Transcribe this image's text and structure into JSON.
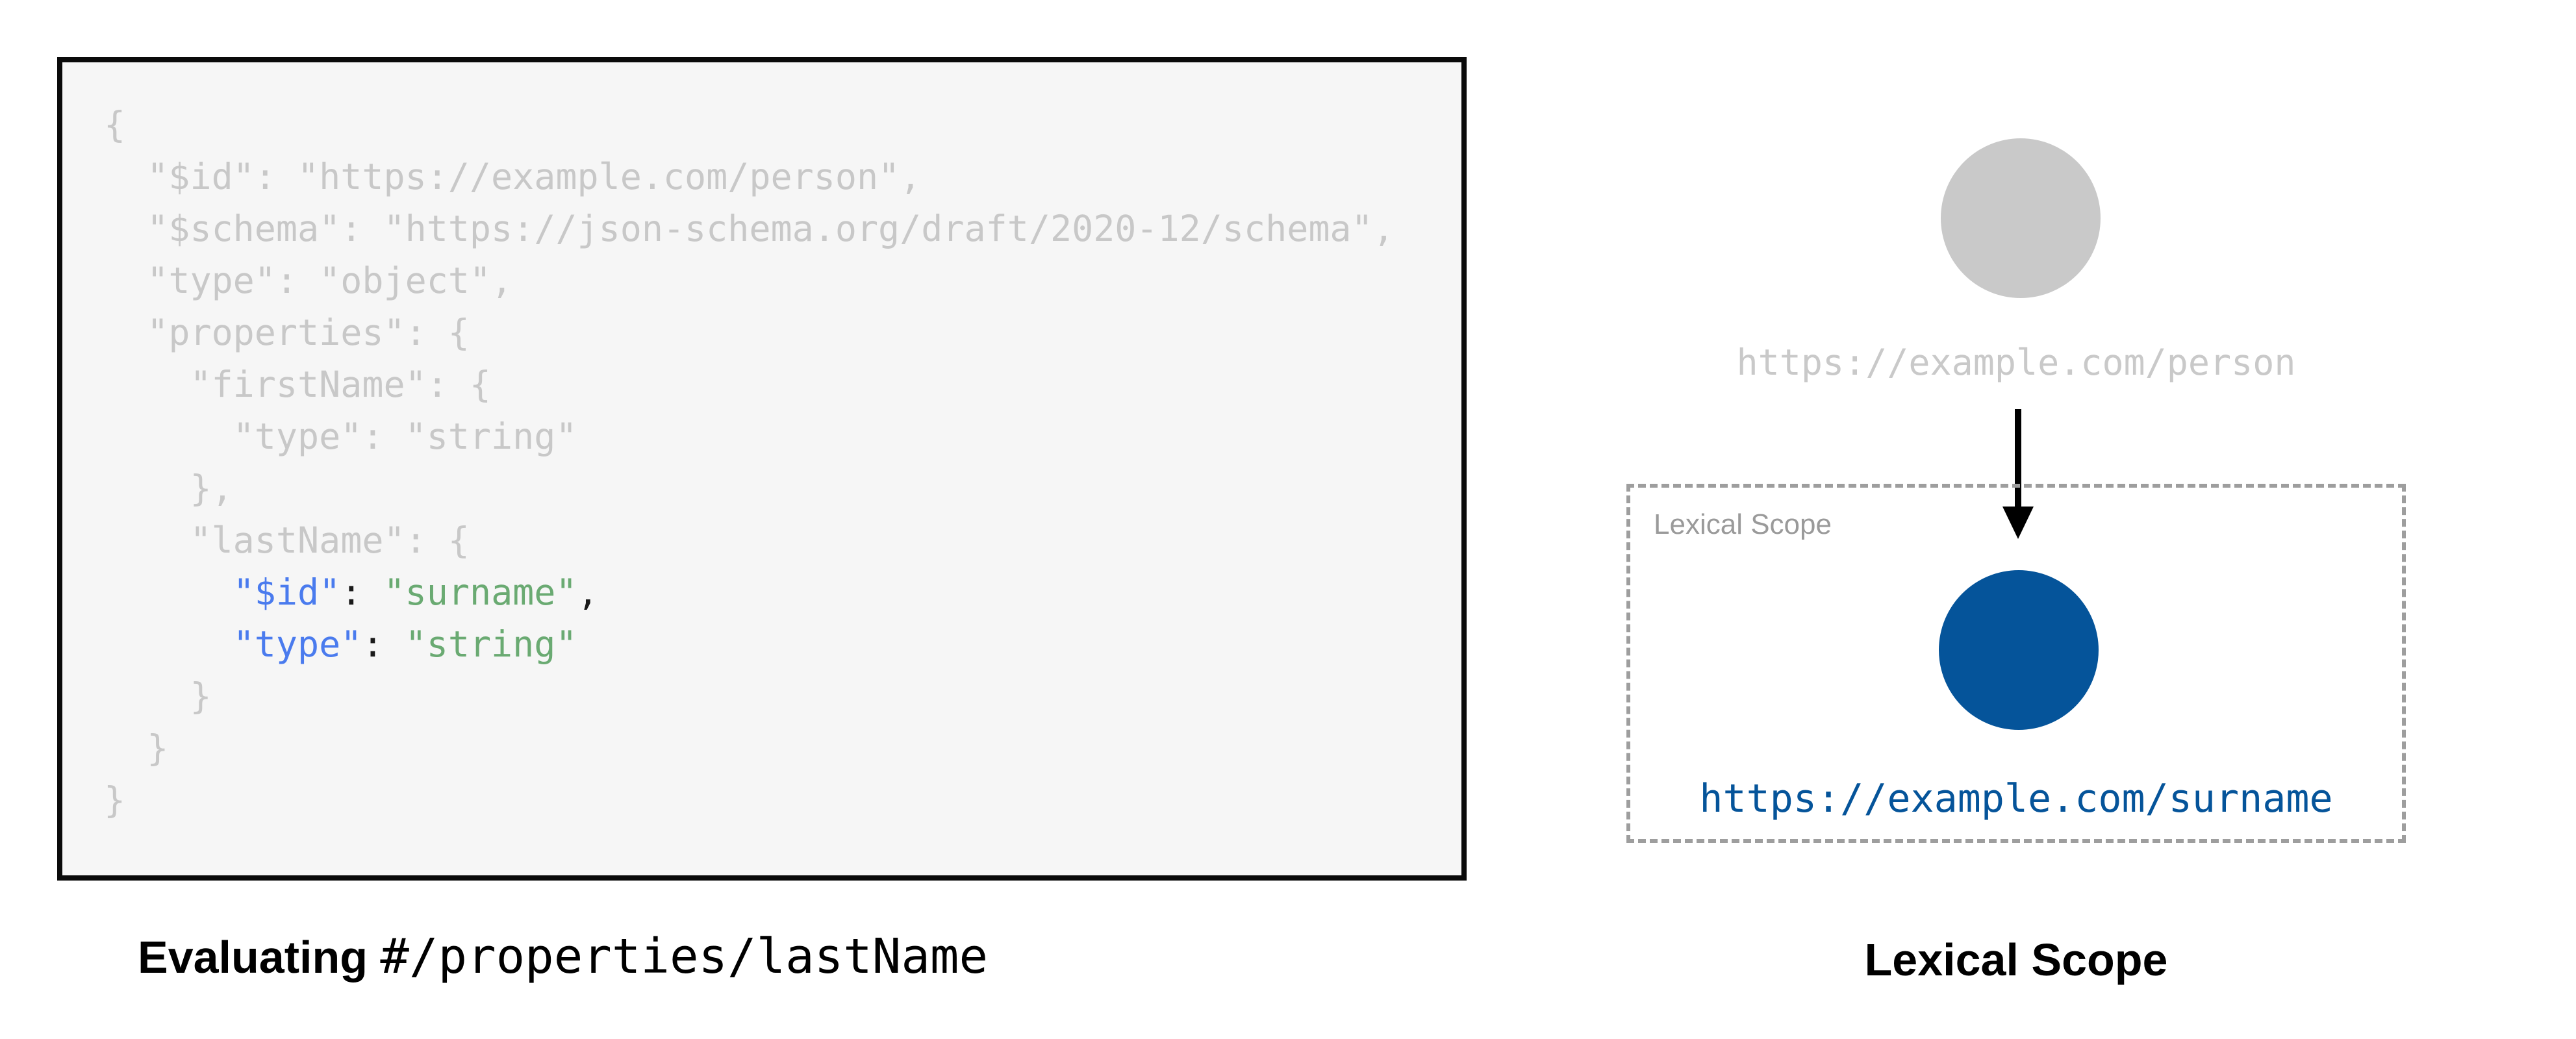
{
  "page": {
    "background": "#ffffff"
  },
  "left_panel": {
    "code_block": {
      "background": "#f6f6f6",
      "border_color": "#0a0a0a",
      "colors": {
        "dim": "#c8c8c8",
        "key": "#4a7bee",
        "string": "#6aaa72",
        "punct": "#1a1a1a"
      },
      "lines": [
        [
          {
            "t": "{",
            "c": "dim"
          }
        ],
        [
          {
            "t": "  \"$id\": \"https://example.com/person\",",
            "c": "dim"
          }
        ],
        [
          {
            "t": "  \"$schema\": \"https://json-schema.org/draft/2020-12/schema\",",
            "c": "dim"
          }
        ],
        [
          {
            "t": "  \"type\": \"object\",",
            "c": "dim"
          }
        ],
        [
          {
            "t": "  \"properties\": {",
            "c": "dim"
          }
        ],
        [
          {
            "t": "    \"firstName\": {",
            "c": "dim"
          }
        ],
        [
          {
            "t": "      \"type\": \"string\"",
            "c": "dim"
          }
        ],
        [
          {
            "t": "    },",
            "c": "dim"
          }
        ],
        [
          {
            "t": "    \"lastName\": {",
            "c": "dim"
          }
        ],
        [
          {
            "t": "      ",
            "c": "dim"
          },
          {
            "t": "\"$id\"",
            "c": "key"
          },
          {
            "t": ": ",
            "c": "pun"
          },
          {
            "t": "\"surname\"",
            "c": "str"
          },
          {
            "t": ",",
            "c": "pun"
          }
        ],
        [
          {
            "t": "      ",
            "c": "dim"
          },
          {
            "t": "\"type\"",
            "c": "key"
          },
          {
            "t": ": ",
            "c": "pun"
          },
          {
            "t": "\"string\"",
            "c": "str"
          }
        ],
        [
          {
            "t": "    }",
            "c": "dim"
          }
        ],
        [
          {
            "t": "  }",
            "c": "dim"
          }
        ],
        [
          {
            "t": "}",
            "c": "dim"
          }
        ]
      ]
    },
    "caption": {
      "prefix": "Evaluating",
      "pointer": "#/properties/lastName"
    }
  },
  "right_panel": {
    "outer_node": {
      "label": "https://example.com/person",
      "color": "#c9c9c9"
    },
    "arrow_color": "#000000",
    "scope_box": {
      "label": "Lexical Scope",
      "border_color": "#9e9e9e",
      "label_color": "#9a9a9a"
    },
    "inner_node": {
      "label": "https://example.com/surname",
      "color": "#05549a"
    },
    "caption": "Lexical Scope"
  }
}
